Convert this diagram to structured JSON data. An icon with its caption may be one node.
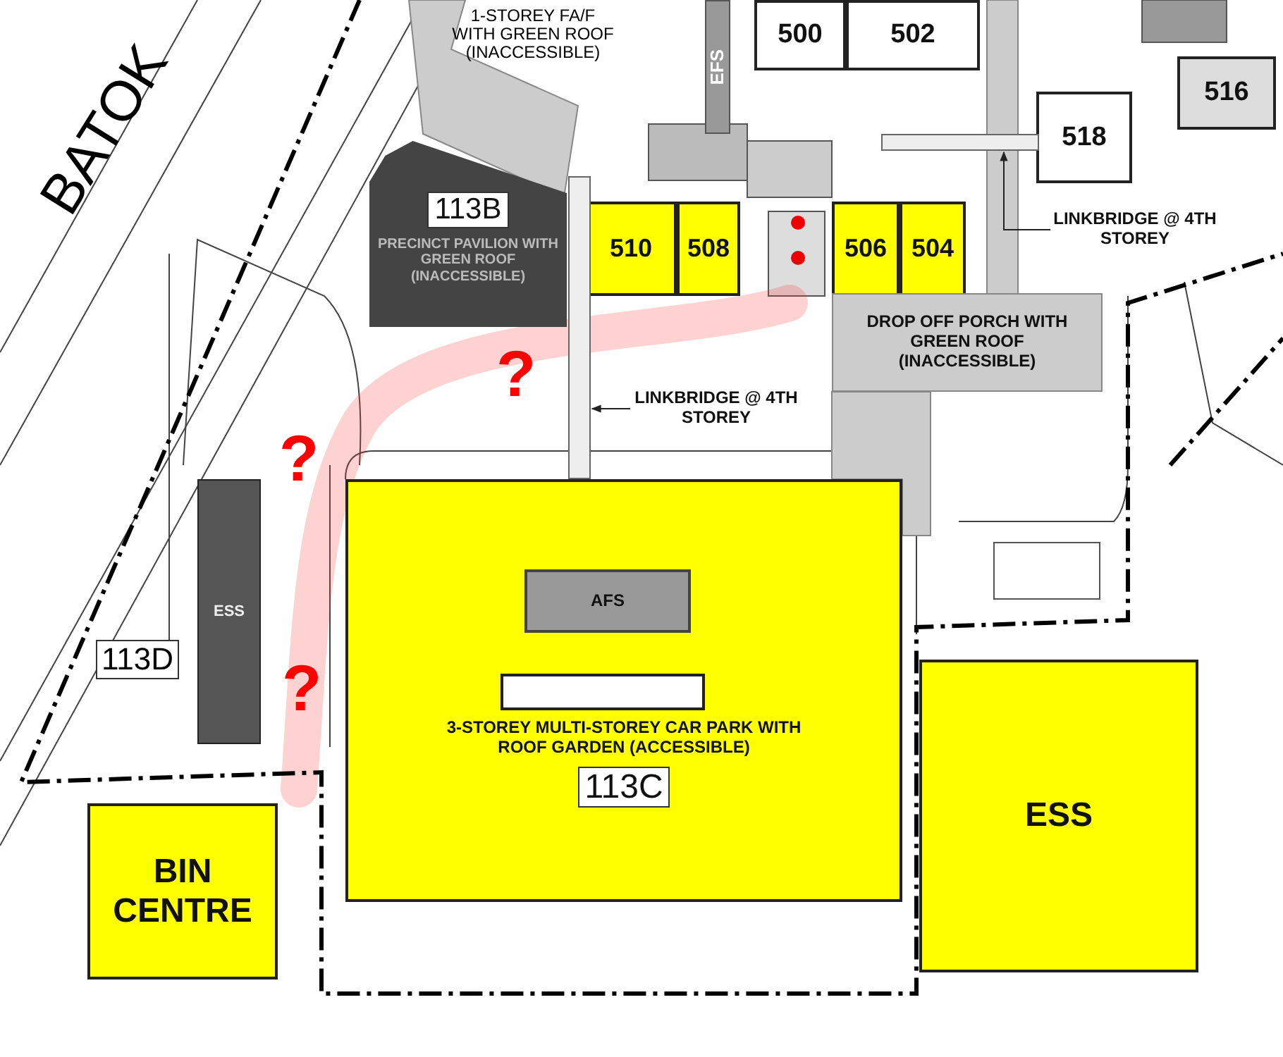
{
  "diagram": {
    "nodes": [
      {
        "text": [
          "EFS"
        ]
      },
      {
        "text": [
          "500"
        ]
      },
      {
        "text": [
          "502"
        ]
      },
      {
        "text": [
          "516"
        ]
      },
      {
        "text": [
          "518"
        ]
      },
      {
        "text": [
          "113B",
          "PRECINCT PAVILION WITH GREEN ROOF (INACCESSIBLE)"
        ]
      },
      {
        "text": [
          "510"
        ]
      },
      {
        "text": [
          "508"
        ]
      },
      {
        "text": [
          "506"
        ]
      },
      {
        "text": [
          "504"
        ]
      },
      {
        "text": [
          "DROP OFF PORCH WITH GREEN ROOF (INACCESSIBLE)"
        ]
      },
      {
        "text": [
          "LINKBRIDGE @ 4TH STOREY"
        ]
      },
      {
        "text": [],
        "shape": "bar"
      },
      {
        "text": [
          "LINKBRIDGE @ 4TH STOREY"
        ]
      },
      {
        "text": [],
        "shape": "bar"
      },
      {
        "text": [
          "ESS"
        ],
        "beside": [
          "113D"
        ]
      },
      {
        "text": [
          "3-STOREY MULTI-STOREY CAR PARK WITH ROOF GARDEN (ACCESSIBLE)",
          "113C"
        ]
      },
      {
        "text": [
          "AFS"
        ],
        "in": 16
      },
      {
        "text": [],
        "shape": "box",
        "in": 16
      },
      {
        "text": [
          "ESS"
        ]
      },
      {
        "text": [
          "BIN CENTRE"
        ]
      }
    ],
    "edges": [
      {
        "from": 11,
        "to": 12,
        "arrow": "to"
      },
      {
        "from": 13,
        "to": 14,
        "arrow": "to"
      }
    ],
    "labels": [
      "BATOK",
      "1-STOREY FA/F WITH GREEN ROOF (INACCESSIBLE)",
      "?",
      "?",
      "?"
    ]
  }
}
